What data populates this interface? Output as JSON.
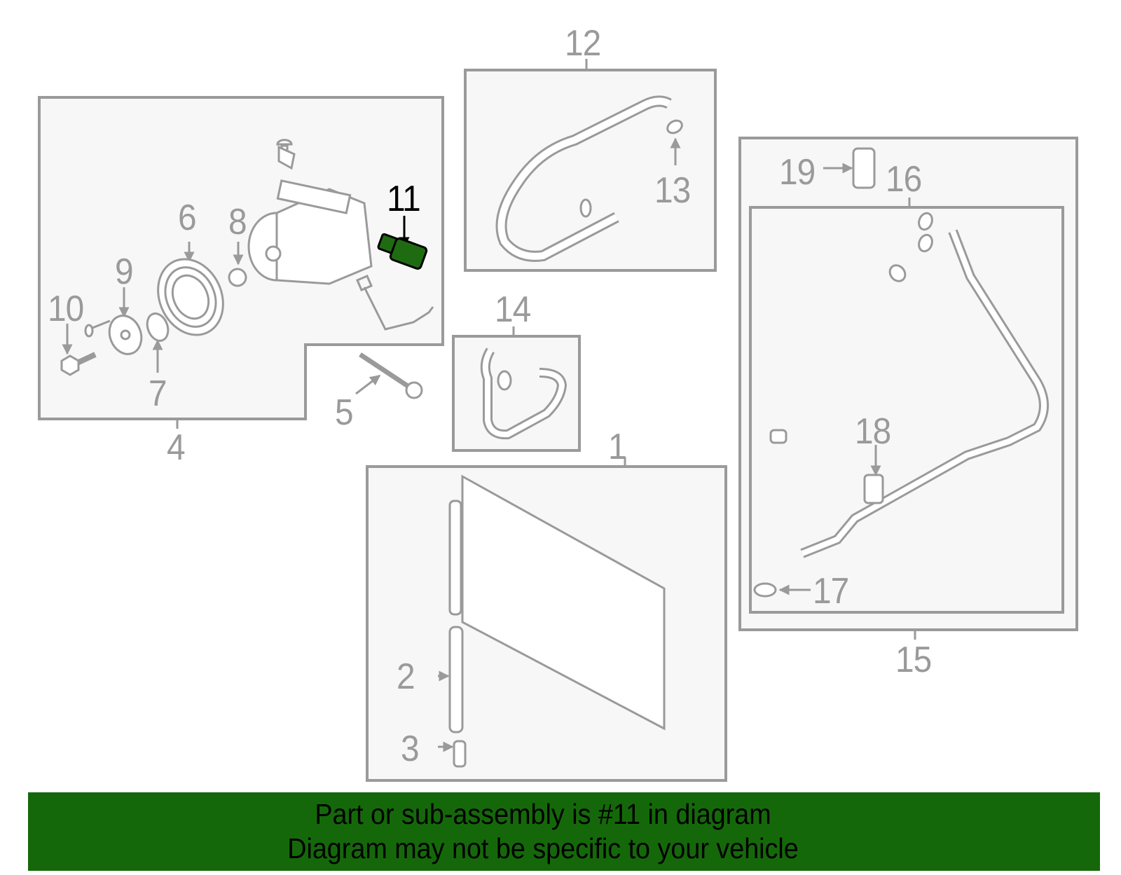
{
  "diagram": {
    "highlighted_part": "11",
    "colors": {
      "line": "#9a9a9a",
      "box_fill": "#f7f7f7",
      "highlight_part": "#1f6b12",
      "highlight_label": "#000000",
      "banner": "#15680a"
    },
    "callouts": [
      {
        "id": "1",
        "label": "1"
      },
      {
        "id": "2",
        "label": "2"
      },
      {
        "id": "3",
        "label": "3"
      },
      {
        "id": "4",
        "label": "4"
      },
      {
        "id": "5",
        "label": "5"
      },
      {
        "id": "6",
        "label": "6"
      },
      {
        "id": "7",
        "label": "7"
      },
      {
        "id": "8",
        "label": "8"
      },
      {
        "id": "9",
        "label": "9"
      },
      {
        "id": "10",
        "label": "10"
      },
      {
        "id": "11",
        "label": "11"
      },
      {
        "id": "12",
        "label": "12"
      },
      {
        "id": "13",
        "label": "13"
      },
      {
        "id": "14",
        "label": "14"
      },
      {
        "id": "15",
        "label": "15"
      },
      {
        "id": "16",
        "label": "16"
      },
      {
        "id": "17",
        "label": "17"
      },
      {
        "id": "18",
        "label": "18"
      },
      {
        "id": "19",
        "label": "19"
      }
    ],
    "groups": [
      {
        "id": "4",
        "description": "compressor assembly box"
      },
      {
        "id": "12",
        "description": "discharge hose box"
      },
      {
        "id": "14",
        "description": "liquid line box"
      },
      {
        "id": "1",
        "description": "condenser box"
      },
      {
        "id": "15",
        "description": "ac line assembly outer box"
      },
      {
        "id": "16",
        "description": "ac line inner box"
      }
    ]
  },
  "banner": {
    "line1": "Part or sub-assembly is #11 in diagram",
    "line2": "Diagram may not be specific to your vehicle"
  }
}
